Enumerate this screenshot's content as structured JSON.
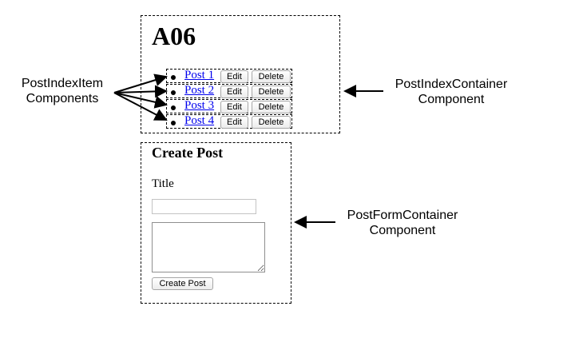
{
  "app": {
    "title": "A06"
  },
  "posts": [
    {
      "label": "Post 1",
      "edit_label": "Edit",
      "delete_label": "Delete"
    },
    {
      "label": "Post 2",
      "edit_label": "Edit",
      "delete_label": "Delete"
    },
    {
      "label": "Post 3",
      "edit_label": "Edit",
      "delete_label": "Delete"
    },
    {
      "label": "Post 4",
      "edit_label": "Edit",
      "delete_label": "Delete"
    }
  ],
  "form": {
    "heading": "Create Post",
    "title_label": "Title",
    "title_value": "",
    "body_value": "",
    "submit_label": "Create Post"
  },
  "annotations": {
    "post_index_item": [
      "PostIndexItem",
      "Components"
    ],
    "post_index_container": [
      "PostIndexContainer",
      "Component"
    ],
    "post_form_container": [
      "PostFormContainer",
      "Component"
    ]
  }
}
